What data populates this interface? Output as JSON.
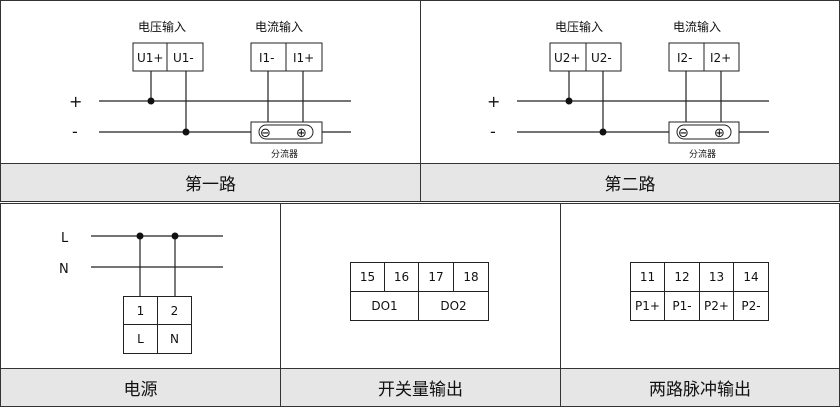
{
  "panels": {
    "channel1": {
      "caption": "第一路",
      "voltage_label": "电压输入",
      "current_label": "电流输入",
      "terminals_voltage": [
        "U1+",
        "U1-"
      ],
      "terminals_current": [
        "I1-",
        "I1+"
      ],
      "plus": "+",
      "minus": "-",
      "shunt_label": "分流器",
      "shunt_symbols": [
        "⊖",
        "⊕"
      ]
    },
    "channel2": {
      "caption": "第二路",
      "voltage_label": "电压输入",
      "current_label": "电流输入",
      "terminals_voltage": [
        "U2+",
        "U2-"
      ],
      "terminals_current": [
        "I2-",
        "I2+"
      ],
      "plus": "+",
      "minus": "-",
      "shunt_label": "分流器",
      "shunt_symbols": [
        "⊖",
        "⊕"
      ]
    },
    "power": {
      "caption": "电源",
      "line_L": "L",
      "line_N": "N",
      "terminal_numbers": [
        "1",
        "2"
      ],
      "terminal_labels": [
        "L",
        "N"
      ]
    },
    "switch_output": {
      "caption": "开关量输出",
      "numbers": [
        "15",
        "16",
        "17",
        "18"
      ],
      "labels": [
        "DO1",
        "DO2"
      ]
    },
    "pulse_output": {
      "caption": "两路脉冲输出",
      "numbers": [
        "11",
        "12",
        "13",
        "14"
      ],
      "labels": [
        "P1+",
        "P1-",
        "P2+",
        "P2-"
      ]
    }
  }
}
